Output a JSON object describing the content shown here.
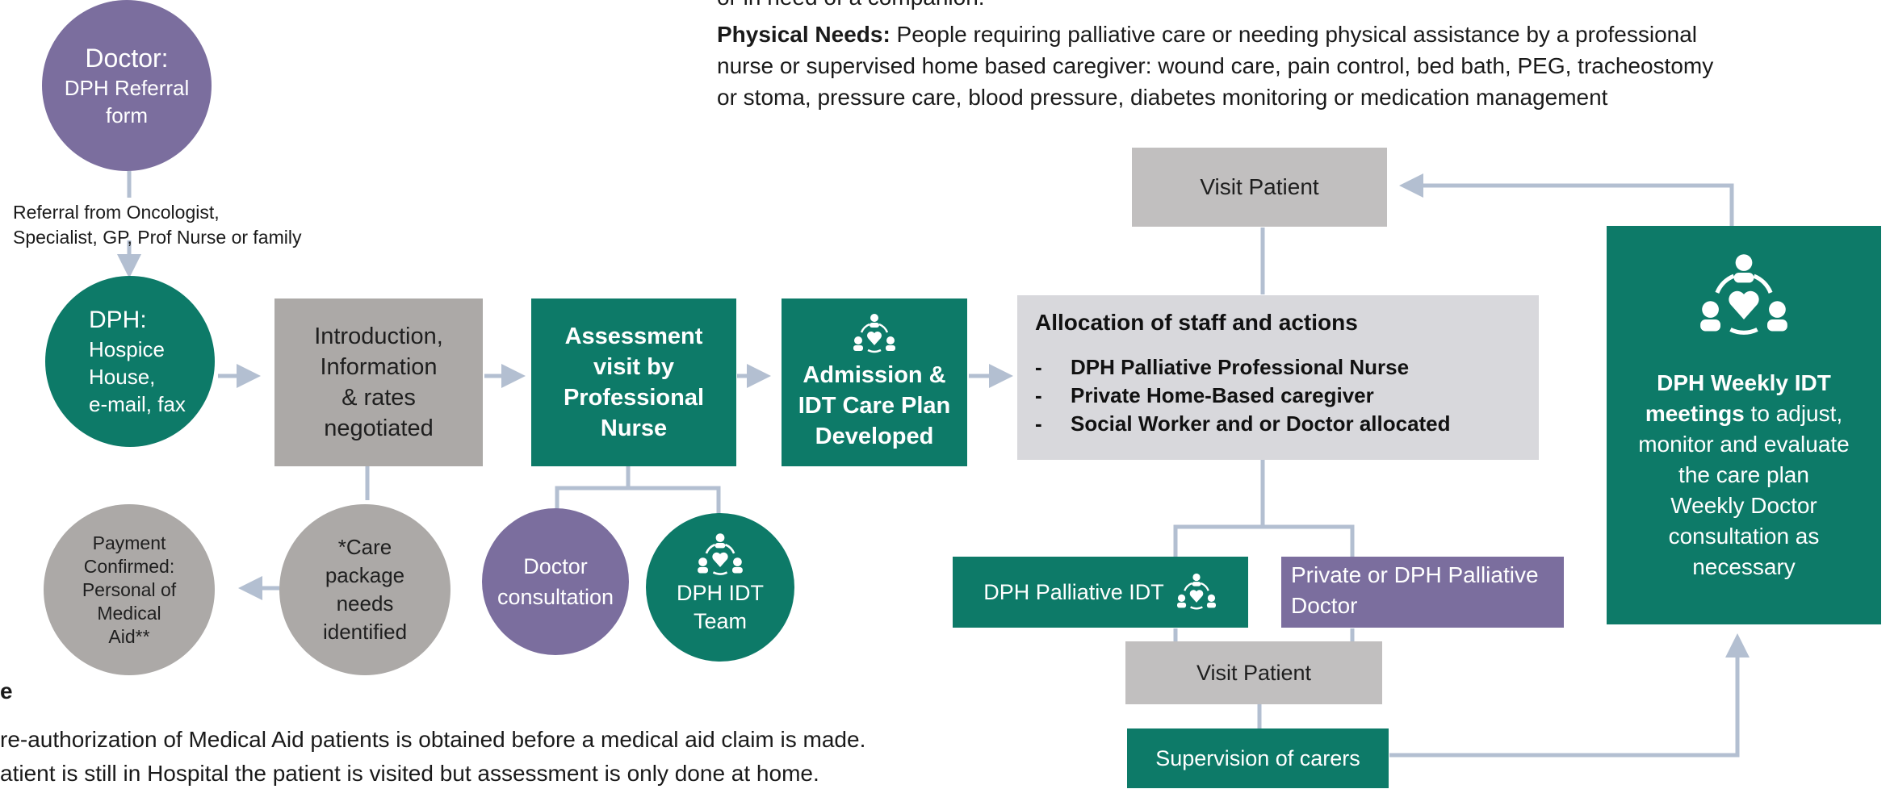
{
  "needs": {
    "line0": "or in need of a companion.",
    "physical_label": "Physical Needs:",
    "physical_line1": " People requiring palliative care or needing physical assistance by a professional",
    "physical_line2": "nurse or supervised home based caregiver: wound care, pain control, bed bath, PEG, tracheostomy",
    "physical_line3": "or stoma, pressure care, blood pressure, diabetes monitoring or medication management"
  },
  "doctor_node": {
    "title": "Doctor:",
    "line1": "DPH Referral",
    "line2": "form"
  },
  "referral": {
    "line1": "Referral from Oncologist,",
    "line2": "Specialist, GP, Prof Nurse or family"
  },
  "dph_node": {
    "title": "DPH:",
    "l1": "Hospice",
    "l2": "House,",
    "l3": "e-mail, fax"
  },
  "intro_node": {
    "l1": "Introduction,",
    "l2": "Information",
    "l3": "& rates",
    "l4": "negotiated"
  },
  "assessment_node": {
    "l1": "Assessment",
    "l2": "visit by",
    "l3": "Professional",
    "l4": "Nurse"
  },
  "admission_node": {
    "l1": "Admission &",
    "l2": "IDT Care Plan",
    "l3": "Developed"
  },
  "allocation": {
    "title": "Allocation of staff and actions",
    "items": [
      "DPH Palliative Professional Nurse",
      "Private Home-Based caregiver",
      "Social Worker and or Doctor allocated"
    ]
  },
  "visit_top": "Visit Patient",
  "weekly": {
    "bold1": "DPH Weekly IDT",
    "bold2": "meetings",
    "rest2": " to adjust,",
    "l3": "monitor and evaluate",
    "l4": "the care plan",
    "l5": "Weekly Doctor",
    "l6": "consultation as",
    "l7": "necessary"
  },
  "payment_node": {
    "l1": "Payment",
    "l2": "Confirmed:",
    "l3": "Personal of",
    "l4": "Medical",
    "l5": "Aid**"
  },
  "care_package_node": {
    "l1": "*Care",
    "l2": "package",
    "l3": "needs",
    "l4": "identified"
  },
  "doctor_consult_node": {
    "l1": "Doctor",
    "l2": "consultation"
  },
  "idt_team_node": {
    "l1": "DPH IDT",
    "l2": "Team"
  },
  "palliative_idt": "DPH Palliative IDT",
  "private_doctor": {
    "l1": "Private or DPH Palliative",
    "l2": "Doctor"
  },
  "visit_bottom": "Visit Patient",
  "supervision": "Supervision of carers",
  "footnote": {
    "marker": "e",
    "line1": "re-authorization of Medical Aid patients is obtained before a medical aid claim is made.",
    "line2": "atient is still in Hospital the patient is visited but assessment is only done at home."
  },
  "colors": {
    "teal": "#0d7a68",
    "grey": "#aca9a7",
    "purple": "#7b6e9e",
    "pale": "#d8d8dc",
    "connector": "#b3bfd1"
  },
  "icons": [
    "care-team-icon"
  ]
}
